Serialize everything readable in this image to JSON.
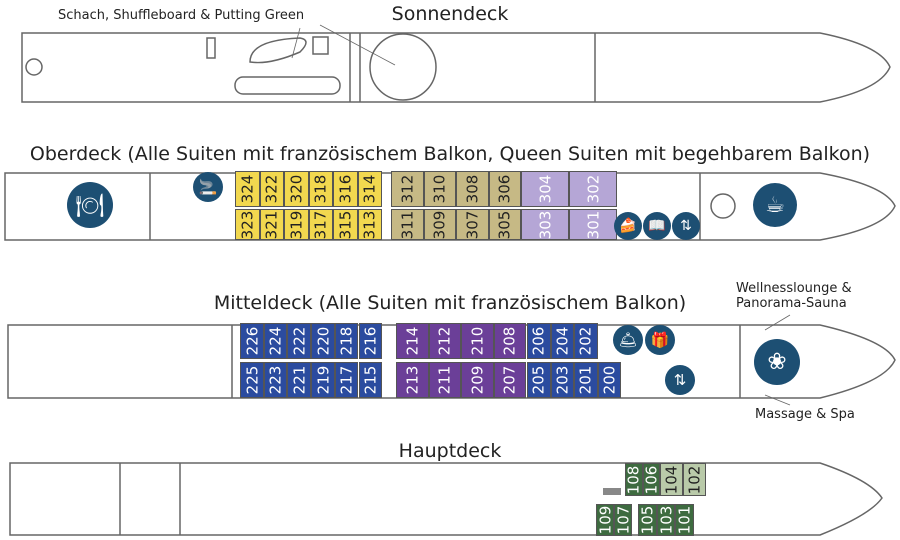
{
  "decks": {
    "sonnendeck": {
      "title": "Sonnendeck",
      "annotation": "Schach, Shuffleboard & Putting Green"
    },
    "oberdeck": {
      "title": "Oberdeck (Alle Suiten mit französischem Balkon, Queen Suiten mit begehbarem Balkon)"
    },
    "mitteldeck": {
      "title": "Mitteldeck (Alle Suiten mit französischem Balkon)",
      "annotation_top": [
        "Wellnesslounge &",
        "Panorama-Sauna"
      ],
      "annotation_bottom": "Massage & Spa"
    },
    "hauptdeck": {
      "title": "Hauptdeck"
    }
  },
  "colors": {
    "yellow": "#f2d84f",
    "khaki": "#c6b985",
    "lavender": "#b5a6d6",
    "blue": "#2b4b9f",
    "purple": "#6b3f98",
    "darkgreen": "#3e6b40",
    "lightgreen": "#b9caa9",
    "icon": "#1d4f73"
  },
  "cabin_groups": [
    {
      "color": "yellow",
      "text": "#222",
      "rows": [
        [
          "324",
          "322",
          "320",
          "318",
          "316",
          "314"
        ],
        [
          "323",
          "321",
          "319",
          "317",
          "315",
          "313"
        ]
      ]
    },
    {
      "color": "khaki",
      "text": "#222",
      "rows": [
        [
          "312",
          "310",
          "308",
          "306"
        ],
        [
          "311",
          "309",
          "307",
          "305"
        ]
      ]
    },
    {
      "color": "lavender",
      "text": "#fff",
      "rows": [
        [
          "304",
          "302"
        ],
        [
          "303",
          "301"
        ]
      ]
    },
    {
      "color": "blue",
      "text": "#fff",
      "rows": [
        [
          "226",
          "224",
          "222",
          "220",
          "218",
          "216"
        ],
        [
          "225",
          "223",
          "221",
          "219",
          "217",
          "215"
        ]
      ]
    },
    {
      "color": "purple",
      "text": "#fff",
      "rows": [
        [
          "214",
          "212",
          "210",
          "208"
        ],
        [
          "213",
          "211",
          "209",
          "207"
        ]
      ]
    },
    {
      "color": "blue",
      "text": "#fff",
      "rows": [
        [
          "206",
          "204",
          "202"
        ],
        [
          "205",
          "203",
          "201",
          "200"
        ]
      ]
    },
    {
      "color": "darkgreen",
      "text": "#fff",
      "rows": [
        [
          "108",
          "106"
        ],
        [
          "109",
          "107"
        ]
      ]
    },
    {
      "color": "lightgreen",
      "text": "#222",
      "rows": [
        [
          "104",
          "102"
        ],
        []
      ]
    },
    {
      "color": "darkgreen",
      "text": "#fff",
      "rows": [
        [],
        [
          "105",
          "103",
          "101"
        ]
      ]
    }
  ],
  "icons": [
    "smoking-area-icon",
    "restaurant-icon",
    "cafe-cake-icon",
    "library-book-icon",
    "elevator-icon",
    "coffee-lounge-icon",
    "reception-bell-icon",
    "boutique-gift-icon",
    "elevator-icon",
    "spa-lotus-icon"
  ]
}
